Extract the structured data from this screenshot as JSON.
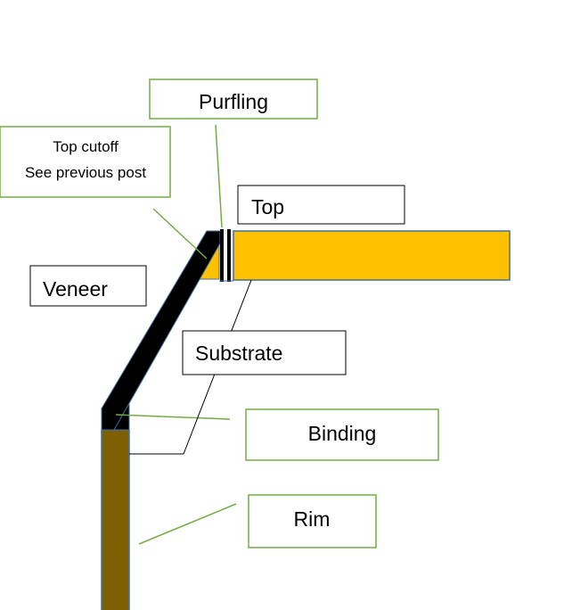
{
  "labels": {
    "purfling": "Purfling",
    "top_cutoff_line1": "Top cutoff",
    "top_cutoff_line2": "See previous post",
    "top": "Top",
    "veneer": "Veneer",
    "substrate": "Substrate",
    "binding": "Binding",
    "rim": "Rim"
  },
  "colors": {
    "top_wood": "#FFC000",
    "rim_wood": "#7F6000",
    "binding": "#000000",
    "green_callout": "#70AD47",
    "black_callout": "#000000",
    "outline": "#41719C"
  }
}
